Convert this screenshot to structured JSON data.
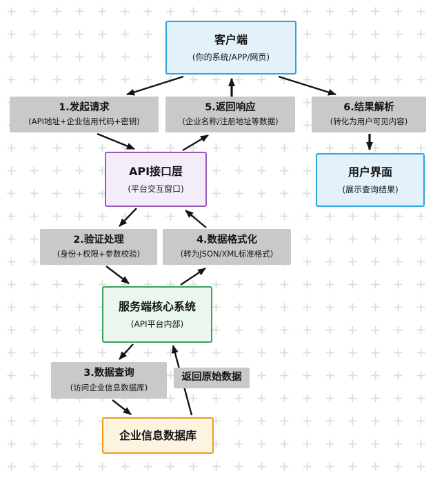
{
  "diagram": {
    "nodes": {
      "client": {
        "title": "客户端",
        "subtitle": "(你的系统/APP/网页)"
      },
      "api_layer": {
        "title": "API接口层",
        "subtitle": "(平台交互窗口)"
      },
      "user_interface": {
        "title": "用户界面",
        "subtitle": "(展示查询结果)"
      },
      "server_core": {
        "title": "服务端核心系统",
        "subtitle": "(API平台内部)"
      },
      "database": {
        "title": "企业信息数据库"
      }
    },
    "steps": {
      "request": {
        "title": "1.发起请求",
        "subtitle": "(API地址+企业信用代码+密钥)"
      },
      "validate": {
        "title": "2.验证处理",
        "subtitle": "(身份+权限+参数校验)"
      },
      "query": {
        "title": "3.数据查询",
        "subtitle": "(访问企业信息数据库)"
      },
      "format": {
        "title": "4.数据格式化",
        "subtitle": "(转为JSON/XML标准格式)"
      },
      "respond": {
        "title": "5.返回响应",
        "subtitle": "(企业名称/注册地址等数据)"
      },
      "parse": {
        "title": "6.结果解析",
        "subtitle": "(转化为用户可见内容)"
      },
      "return_raw": {
        "title": "返回原始数据"
      }
    },
    "edges": [
      {
        "from": "client",
        "to": "request"
      },
      {
        "from": "request",
        "to": "api_layer"
      },
      {
        "from": "api_layer",
        "to": "validate"
      },
      {
        "from": "validate",
        "to": "server_core"
      },
      {
        "from": "server_core",
        "to": "query"
      },
      {
        "from": "query",
        "to": "database"
      },
      {
        "from": "database",
        "to": "server_core",
        "label": "返回原始数据"
      },
      {
        "from": "server_core",
        "to": "format"
      },
      {
        "from": "format",
        "to": "api_layer"
      },
      {
        "from": "api_layer",
        "to": "respond"
      },
      {
        "from": "respond",
        "to": "client"
      },
      {
        "from": "client",
        "to": "parse"
      },
      {
        "from": "parse",
        "to": "user_interface"
      }
    ],
    "colors": {
      "client_border": "#2aa5de",
      "client_fill": "#e3f1fb",
      "api_border": "#9b59b6",
      "api_fill": "#f5ecfa",
      "ui_border": "#2aa5de",
      "ui_fill": "#e3f1fb",
      "server_border": "#3aa357",
      "server_fill": "#ebf6ee",
      "db_border": "#f39c12",
      "db_fill": "#fdf3e1",
      "step_fill": "#c9c9c9",
      "arrow": "#141414",
      "pattern": "#d3e2dc"
    }
  }
}
